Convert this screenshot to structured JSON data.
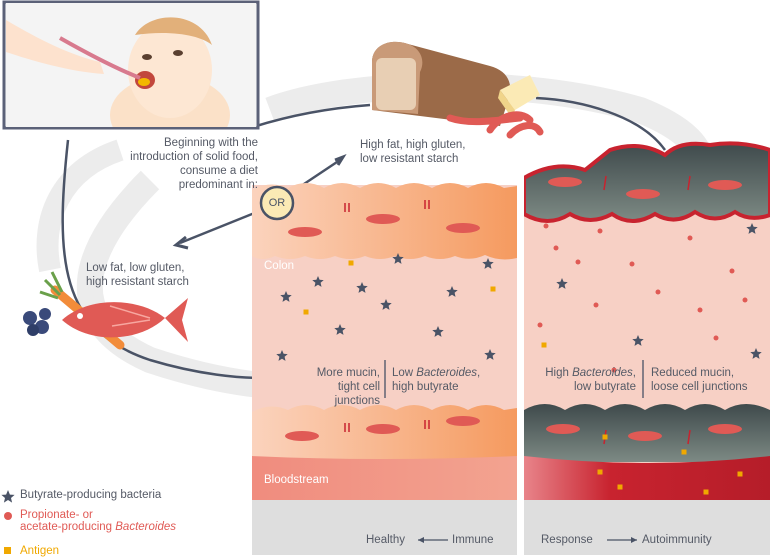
{
  "intro": {
    "line1": "Beginning with the",
    "line2": "introduction of solid food,",
    "line3": "consume a diet predominant in:"
  },
  "or_label": "OR",
  "diet_high": {
    "line1": "High fat, high gluten,",
    "line2": "low resistant starch"
  },
  "diet_low": {
    "line1": "Low fat, low gluten,",
    "line2": "high resistant starch"
  },
  "labels": {
    "colon": "Colon",
    "bloodstream": "Bloodstream"
  },
  "healthy_side": {
    "mucin_line1": "More mucin,",
    "mucin_line2": "tight cell junctions",
    "bact_pre": "Low ",
    "bact_italic": "Bacteroides",
    "bact_post": ",",
    "bact_line2": "high butyrate"
  },
  "disease_side": {
    "bact_pre": "High ",
    "bact_italic": "Bacteroides",
    "bact_post": ",",
    "bact_line2": "low butyrate",
    "mucin_line1": "Reduced mucin,",
    "mucin_line2": "loose cell junctions"
  },
  "bottom": {
    "healthy": "Healthy",
    "immune": "Immune",
    "response": "Response",
    "autoimmunity": "Autoimmunity"
  },
  "legend": {
    "butyrate": "Butyrate-producing bacteria",
    "propionate_line1": "Propionate- or",
    "propionate_line2_pre": "acetate-producing ",
    "propionate_line2_italic": "Bacteroides",
    "antigen": "Antigen"
  },
  "colors": {
    "star": "#4a5366",
    "bacteroides": "#e05a55",
    "antigen": "#f0a800",
    "tissue_pink": "#f6cdc3",
    "mucosa_orange": "#f7a36a",
    "mucosa_dark": "#4e5a5a",
    "blood": "#c8232f",
    "band_gray": "#e8e8e8",
    "text": "#555a66"
  },
  "icons": [
    "baby-feeding-illustration",
    "bread-cheese-sausage-illustration",
    "fish-carrot-blueberry-illustration",
    "star-icon",
    "dot-icon",
    "square-icon"
  ]
}
